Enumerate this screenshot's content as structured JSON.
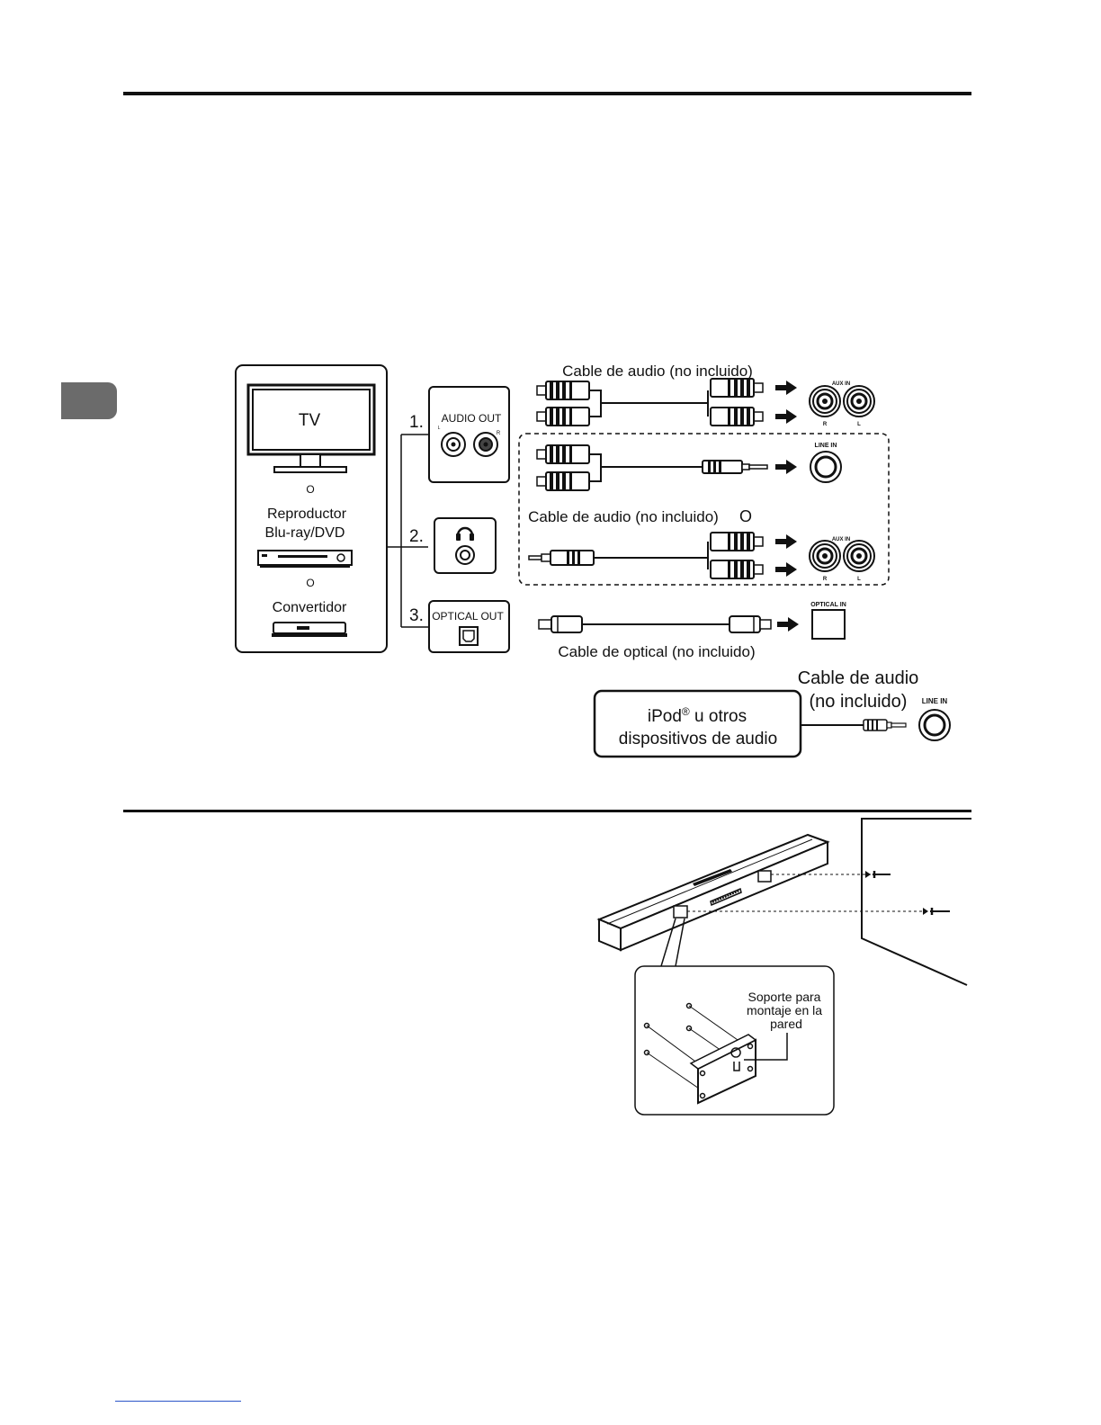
{
  "connection_diagram": {
    "source_devices": {
      "tv": "TV",
      "or_1": "O",
      "bluray": [
        "Reproductor",
        "Blu-ray/DVD"
      ],
      "or_2": "O",
      "converter": "Convertidor"
    },
    "outputs": {
      "step_1": "1.",
      "audio_out": "AUDIO OUT",
      "audio_out_l": "L",
      "audio_out_r": "R",
      "step_2": "2.",
      "step_3": "3.",
      "optical_out": "OPTICAL OUT"
    },
    "cables": {
      "rca_cable": "Cable de audio (no incluido)",
      "mixed_cable": "Cable de audio (no incluido)",
      "or_word": "O",
      "optical_cable": "Cable de optical (no incluido)",
      "ipod_cable_line1": "Cable de audio",
      "ipod_cable_line2": "(no incluido)"
    },
    "inputs": {
      "aux_in": "AUX IN",
      "aux_r": "R",
      "aux_l": "L",
      "line_in": "LINE IN",
      "optical_in": "OPTICAL IN"
    },
    "ipod_box": {
      "line1_text": "iPod",
      "line1_sup": "®",
      "line1_rest": " u otros",
      "line2": "dispositivos de audio"
    }
  },
  "mounting_diagram": {
    "bracket_label": [
      "Soporte para",
      "montaje en la",
      "pared"
    ]
  }
}
